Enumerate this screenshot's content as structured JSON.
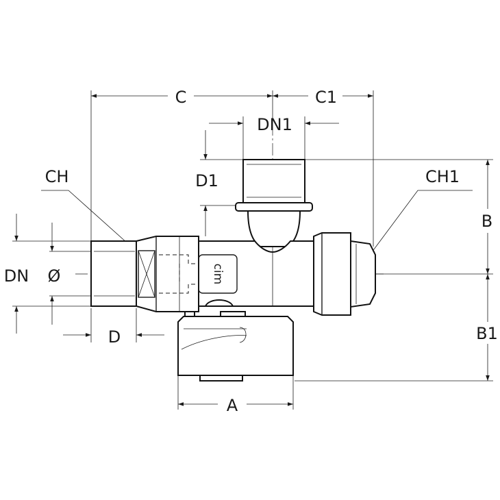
{
  "labels": {
    "c": "C",
    "c1": "C1",
    "dn1": "DN1",
    "d1": "D1",
    "ch": "CH",
    "ch1": "CH1",
    "b": "B",
    "b1": "B1",
    "dn": "DN",
    "diameter": "Ø",
    "d": "D",
    "a": "A",
    "brand": "cim"
  },
  "colors": {
    "line": "#1a1a1a",
    "background": "#ffffff"
  }
}
